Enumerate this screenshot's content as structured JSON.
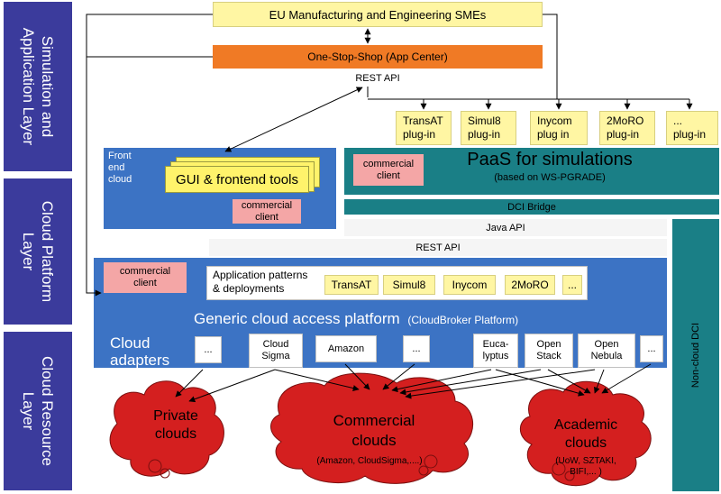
{
  "layers": {
    "simulation": "Simulation and\nApplication Layer",
    "platform": "Cloud Platform\nLayer",
    "resource": "Cloud Resource\nLayer"
  },
  "top": {
    "smes": "EU Manufacturing and Engineering SMEs",
    "one_stop_shop": "One-Stop-Shop (App Center)",
    "rest_api_top": "REST API"
  },
  "plugins": [
    "TransAT\nplug-in",
    "Simul8\nplug-in",
    "Inycom\nplug in",
    "2MoRO\nplug-in",
    "...\nplug-in"
  ],
  "frontend": {
    "label": "Front\nend\ncloud",
    "tools": "GUI & frontend tools",
    "client": "commercial\nclient"
  },
  "paas": {
    "title": "PaaS for simulations",
    "subtitle": "(based on WS-PGRADE)",
    "client": "commercial\nclient",
    "dci_bridge": "DCI Bridge",
    "java_api": "Java API",
    "rest_api": "REST API"
  },
  "platform": {
    "client": "commercial\nclient",
    "patterns": "Application patterns\n& deployments",
    "apps": [
      "TransAT",
      "Simul8",
      "Inycom",
      "2MoRO",
      "..."
    ],
    "title": "Generic cloud access platform",
    "subtitle": "(CloudBroker Platform)"
  },
  "adapters": {
    "label": "Cloud\nadapters",
    "items": [
      "...",
      "Cloud\nSigma",
      "Amazon",
      "...",
      "Euca-\nlyptus",
      "Open\nStack",
      "Open\nNebula",
      "..."
    ]
  },
  "non_cloud": "Non-cloud DCI",
  "clouds": {
    "private": "Private\nclouds",
    "commercial": "Commercial\nclouds",
    "commercial_sub": "(Amazon, CloudSigma,....)",
    "academic": "Academic\nclouds",
    "academic_sub": "(UoW, SZTAKI,\nBIFI,... )"
  },
  "colors": {
    "layer_band": "#3b3b9c",
    "platform_blue": "#3c73c4",
    "paas_teal": "#1a7f86",
    "cloud_red": "#d41f1f",
    "one_stop_orange": "#f07a25",
    "yellow_box": "#fff6a3",
    "pink_client": "#f4a6a6"
  }
}
